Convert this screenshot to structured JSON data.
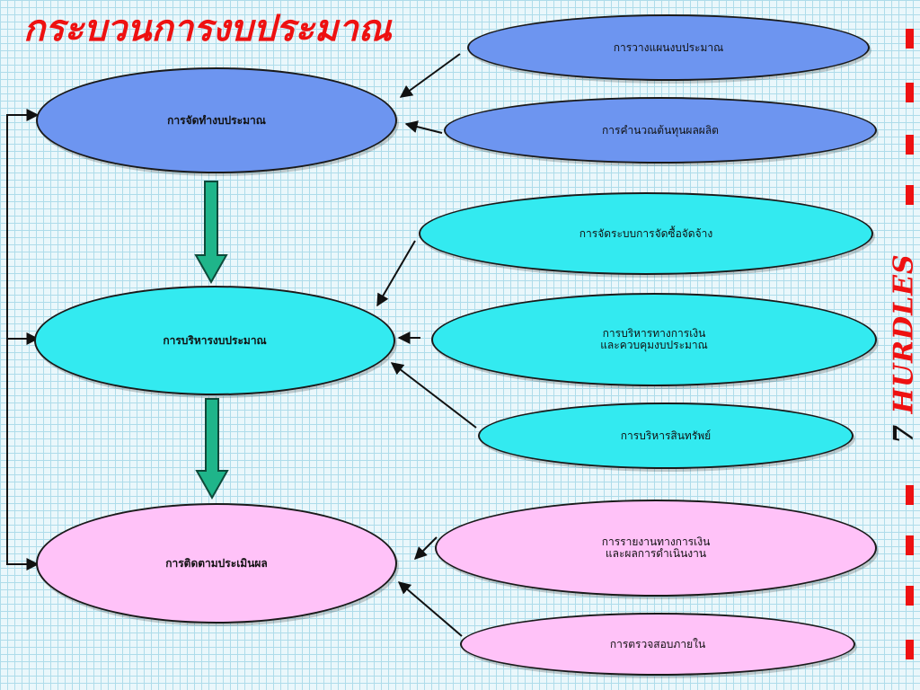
{
  "title": "กระบวนการงบประมาณ",
  "main_steps": [
    {
      "label": "การจัดทำงบประมาณ"
    },
    {
      "label": "การบริหารงบประมาณ"
    },
    {
      "label": "การติดตามประเมินผล"
    }
  ],
  "sub_items": [
    {
      "lines": [
        "การวางแผนงบประมาณ"
      ]
    },
    {
      "lines": [
        "การคำนวณต้นทุนผลผลิต"
      ]
    },
    {
      "lines": [
        "การจัดระบบการจัดซื้อจัดจ้าง"
      ]
    },
    {
      "lines": [
        "การบริหารทางการเงิน",
        "และควบคุมงบประมาณ"
      ]
    },
    {
      "lines": [
        "การบริหารสินทรัพย์"
      ]
    },
    {
      "lines": [
        "การรายงานทางการเงิน",
        "และผลการดำเนินงาน"
      ]
    },
    {
      "lines": [
        "การตรวจสอบภายใน"
      ]
    }
  ],
  "side_banner": {
    "number": "7",
    "word": "HURDLES"
  },
  "colors": {
    "title": "#ee1111",
    "step1": "#6d95f0",
    "step2_fill": "#33eaf0",
    "step3_fill": "#ffc2f8",
    "flow_arrow": "#1fb58a",
    "dashes": "#ee1111"
  }
}
